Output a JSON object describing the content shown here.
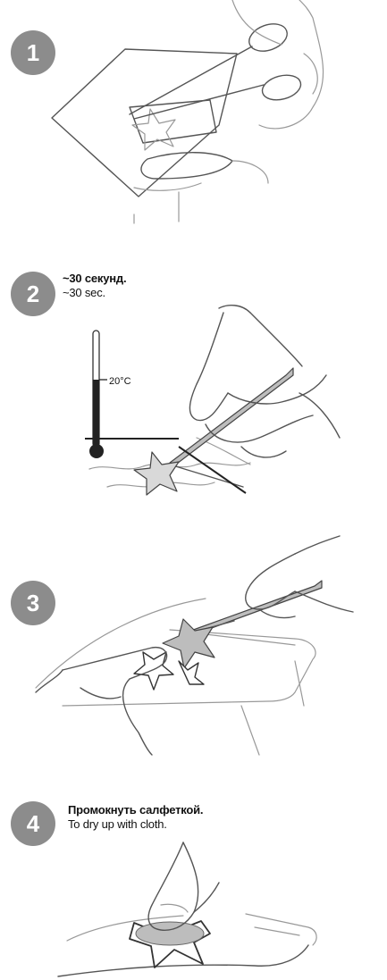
{
  "steps": [
    {
      "number": "1"
    },
    {
      "number": "2",
      "caption_ru": "~30 секунд.",
      "caption_en": "~30 sec.",
      "thermometer_label": "20°C"
    },
    {
      "number": "3"
    },
    {
      "number": "4",
      "caption_ru": "Промокнуть салфеткой.",
      "caption_en": "To dry up with cloth."
    }
  ],
  "colors": {
    "badge": "#8c8c8c",
    "line": "#555555",
    "decal_fill": "#bdbdbd",
    "thermometer": "#222222"
  },
  "icons": [
    "scissors-icon",
    "tweezers-icon",
    "thermometer-icon",
    "star-decal-icon",
    "hand-icon",
    "cloth-icon"
  ]
}
